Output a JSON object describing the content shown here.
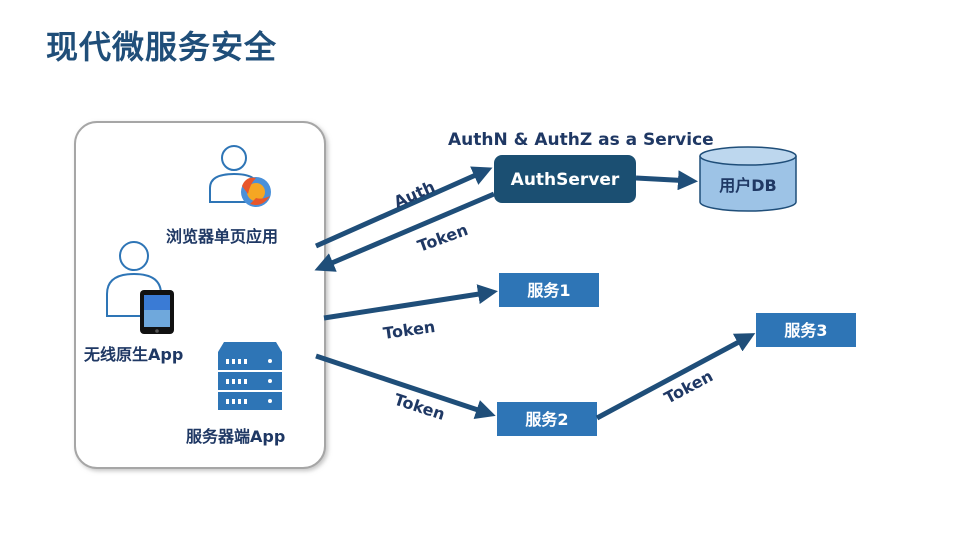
{
  "page": {
    "title": "现代微服务安全"
  },
  "clients": {
    "spa_label": "浏览器单页应用",
    "native_label": "无线原生App",
    "server_label": "服务器端App"
  },
  "services": {
    "heading": "AuthN & AuthZ as a Service",
    "auth_server": "AuthServer",
    "user_db": "用户DB",
    "service1": "服务1",
    "service2": "服务2",
    "service3": "服务3"
  },
  "arrows": {
    "auth": "Auth",
    "token_return": "Token",
    "token_service1": "Token",
    "token_service2": "Token",
    "token_service3": "Token"
  },
  "colors": {
    "title": "#1f4e79",
    "arrow": "#1f4e79",
    "auth_server_fill": "#1b4f72",
    "service_fill": "#2e75b6",
    "db_fill": "#9dc3e6",
    "icon_stroke": "#2e75b6",
    "server_fill": "#2e75b6"
  }
}
